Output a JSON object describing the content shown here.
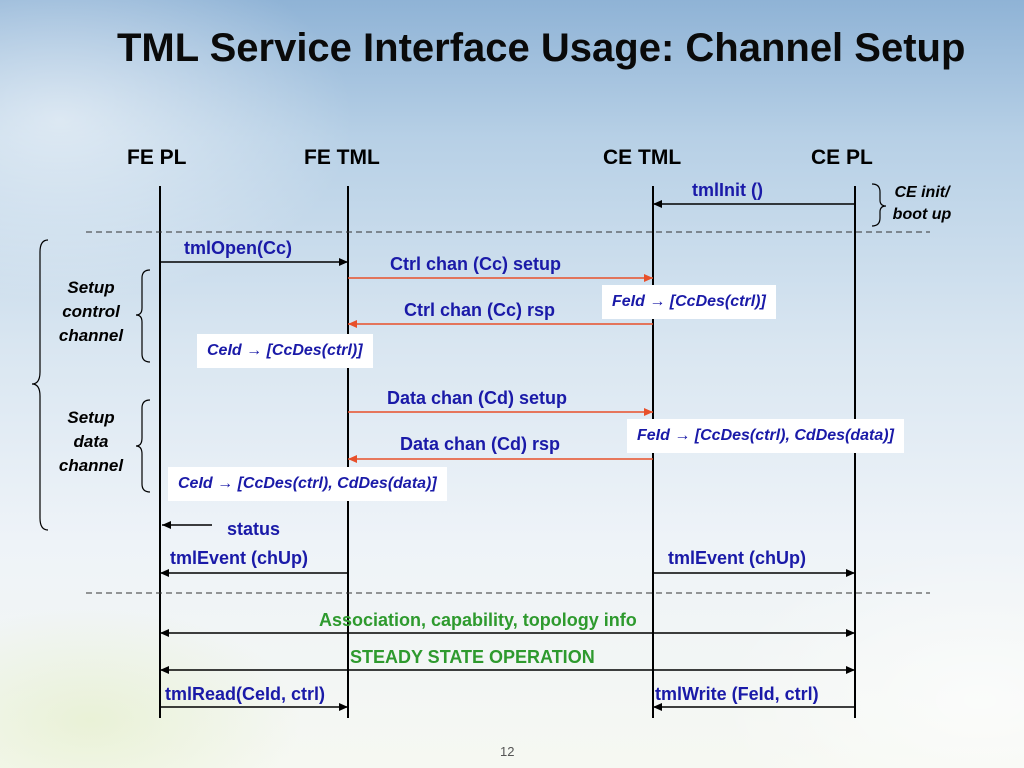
{
  "slide": {
    "title": "TML Service Interface Usage: Channel Setup",
    "page_number": "12"
  },
  "entities": {
    "fe_pl": "FE PL",
    "fe_tml": "FE TML",
    "ce_tml": "CE TML",
    "ce_pl": "CE PL"
  },
  "messages": {
    "tml_init": "tmlInit ()",
    "tml_open": "tmlOpen(Cc)",
    "ctrl_setup": "Ctrl chan (Cc) setup",
    "ctrl_rsp": "Ctrl chan (Cc) rsp",
    "data_setup": "Data chan (Cd) setup",
    "data_rsp": "Data chan (Cd) rsp",
    "status": "status",
    "event_fe": "tmlEvent (chUp)",
    "event_ce": "tmlEvent (chUp)",
    "assoc": "Association, capability, topology info",
    "steady": "STEADY STATE OPERATION",
    "read": "tmlRead(CeId, ctrl)",
    "write": "tmlWrite (FeId, ctrl)"
  },
  "annotations": {
    "ce_init": "CE init/\nboot up",
    "setup_control": "Setup\ncontrol\nchannel",
    "setup_data": "Setup\ndata\nchannel"
  },
  "boxes": {
    "feid_ctrl": "FeId → [CcDes(ctrl)]",
    "ceid_ctrl": "CeId → [CcDes(ctrl)]",
    "feid_data": "FeId → [CcDes(ctrl), CdDes(data)]",
    "ceid_data": "CeId → [CcDes(ctrl), CdDes(data)]"
  },
  "colors": {
    "black_arrow": "#000000",
    "red_arrow": "#e8502a",
    "label_blue": "#1a1aa8",
    "label_green": "#2e9a2e"
  }
}
